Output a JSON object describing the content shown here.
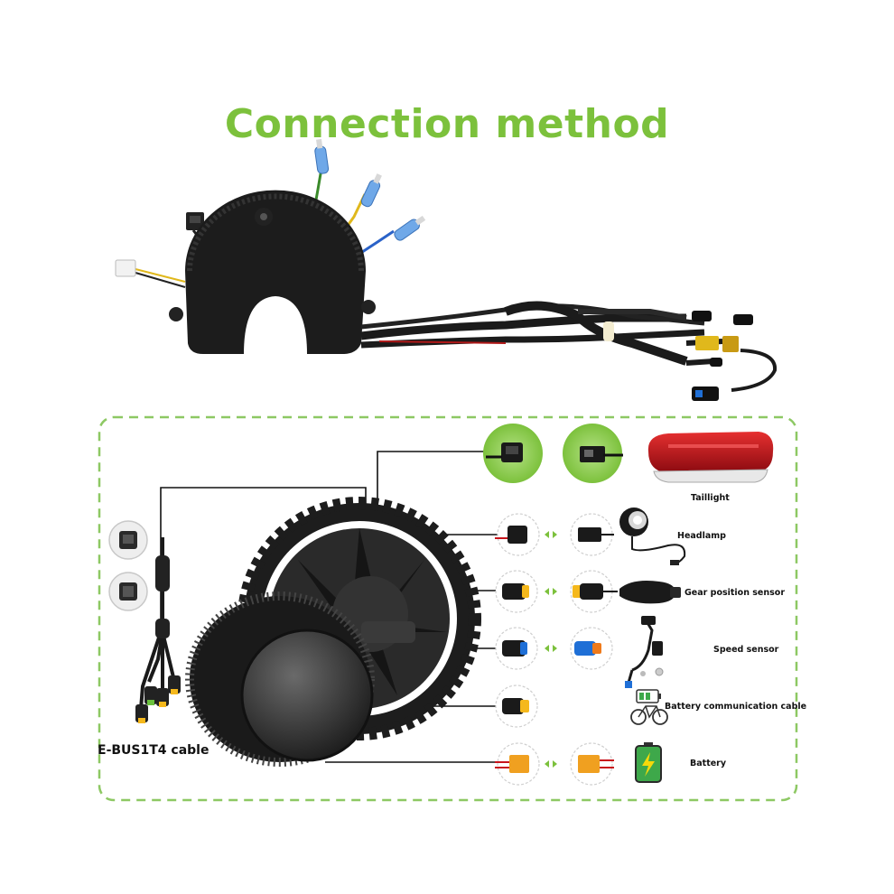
{
  "title": "Connection method",
  "cable_label": "E-BUS1T4 cable",
  "components": [
    {
      "label": "Taillight"
    },
    {
      "label": "Headlamp"
    },
    {
      "label": "Gear position sensor"
    },
    {
      "label": "Speed sensor"
    },
    {
      "label": "Battery communication cable"
    },
    {
      "label": "Battery"
    }
  ],
  "colors": {
    "accent_green": "#7cc13c",
    "dashed_border": "#8dc863",
    "arrow_green": "#7cc13c",
    "connector_yellow": "#f5b81c",
    "connector_blue": "#1f6fd6",
    "connector_orange": "#f0a020",
    "taillight_red": "#c8141c",
    "battery_green": "#3ea84a"
  }
}
